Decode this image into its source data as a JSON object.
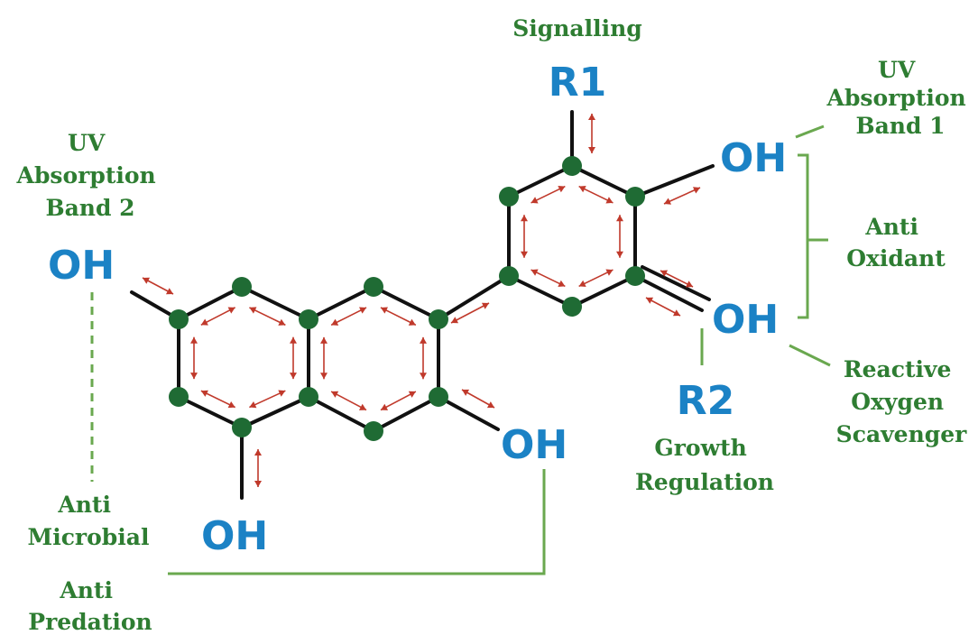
{
  "colors": {
    "group": "#1b82c5",
    "function": "#2e7d32",
    "bond": "#111111",
    "atom": "#1f6b34",
    "arrow": "#c0392b",
    "leader": "#6aa84f"
  },
  "groups": {
    "r1": "R1",
    "r2": "R2",
    "oh_uv_band1": "OH",
    "oh_ros": "OH",
    "oh_uv_band2": "OH",
    "oh_bottom": "OH",
    "oh_predation": "OH"
  },
  "functions": {
    "signalling": [
      "Signalling"
    ],
    "uv_band1": [
      "UV",
      "Absorption",
      "Band 1"
    ],
    "anti_oxidant": [
      "Anti",
      "Oxidant"
    ],
    "ros_scavenger": [
      "Reactive",
      "Oxygen",
      "Scavenger"
    ],
    "growth_regulation": [
      "Growth",
      "Regulation"
    ],
    "uv_band2": [
      "UV",
      "Absorption",
      "Band 2"
    ],
    "anti_microbial": [
      "Anti",
      "Microbial"
    ],
    "anti_predation": [
      "Anti",
      "Predation"
    ]
  }
}
